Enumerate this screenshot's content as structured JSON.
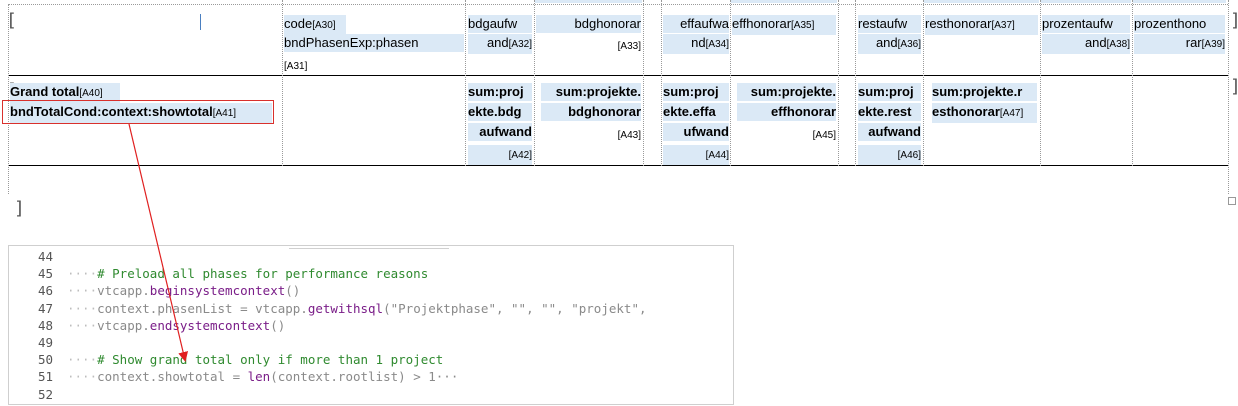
{
  "row1": {
    "code": {
      "text": "code",
      "ref": "[A30]"
    },
    "bnd_phasen": {
      "text": "bndPhasenExp:phasen",
      "ref": "[A31]"
    },
    "bdgaufw": {
      "line1": "bdgaufw",
      "line2": "and",
      "ref": "[A32]"
    },
    "bdghonorar": {
      "text": "bdghonorar",
      "ref": "[A33]"
    },
    "effaufwa": {
      "line1": "effaufwa",
      "line2": "nd",
      "ref": "[A34]"
    },
    "effhonorar": {
      "text": "effhonorar",
      "ref": "[A35]"
    },
    "restaufw": {
      "line1": "restaufw",
      "line2": "and",
      "ref": "[A36]"
    },
    "resthonorar": {
      "text": "resthonorar",
      "ref": "[A37]"
    },
    "prozentaufw": {
      "line1": "prozentaufw",
      "line2": "and",
      "ref": "[A38]"
    },
    "prozenthonorar": {
      "line1": "prozenthono",
      "line2": "rar",
      "ref": "[A39]"
    }
  },
  "row2": {
    "grand_total": {
      "text": "Grand total",
      "ref": "[A40]"
    },
    "total_cond": {
      "text": "bndTotalCond:context:showtotal",
      "ref": "[A41]"
    },
    "sum_bdgaufwand": {
      "l1": "sum:proj",
      "l2": "ekte.bdg",
      "l3": "aufwand",
      "ref": "[A42]"
    },
    "sum_bdghonorar": {
      "l1": "sum:projekte.",
      "l2": "bdghonorar",
      "ref": "[A43]"
    },
    "sum_effaufwand": {
      "l1": "sum:proj",
      "l2": "ekte.effa",
      "l3": "ufwand",
      "ref": "[A44]"
    },
    "sum_effhonorar": {
      "l1": "sum:projekte.",
      "l2": "effhonorar",
      "ref": "[A45]"
    },
    "sum_restaufwand": {
      "l1": "sum:proj",
      "l2": "ekte.rest",
      "l3": "aufwand",
      "ref": "[A46]"
    },
    "sum_resthonorar": {
      "l1": "sum:projekte.r",
      "l2": "esthonorar",
      "ref": "[A47]"
    }
  },
  "editor": {
    "lines": [
      {
        "num": "44",
        "ws": "",
        "code": []
      },
      {
        "num": "45",
        "ws": "····",
        "code": [
          {
            "t": "# Preload all phases for performance reasons",
            "c": "cm"
          }
        ]
      },
      {
        "num": "46",
        "ws": "····",
        "code": [
          {
            "t": "vtcapp.",
            "c": "id"
          },
          {
            "t": "beginsystemcontext",
            "c": "fn"
          },
          {
            "t": "()",
            "c": "op"
          }
        ]
      },
      {
        "num": "47",
        "ws": "····",
        "code": [
          {
            "t": "context.phasenList = vtcapp.",
            "c": "id"
          },
          {
            "t": "getwithsql",
            "c": "fn"
          },
          {
            "t": "(\"Projektphase\", \"\", \"\", \"projekt\",",
            "c": "str"
          }
        ]
      },
      {
        "num": "48",
        "ws": "····",
        "code": [
          {
            "t": "vtcapp.",
            "c": "id"
          },
          {
            "t": "endsystemcontext",
            "c": "fn"
          },
          {
            "t": "()",
            "c": "op"
          }
        ]
      },
      {
        "num": "49",
        "ws": "",
        "code": []
      },
      {
        "num": "50",
        "ws": "····",
        "code": [
          {
            "t": "# Show grand total only if more than 1 project",
            "c": "cm"
          }
        ]
      },
      {
        "num": "51",
        "ws": "····",
        "code": [
          {
            "t": "context.showtotal = ",
            "c": "id"
          },
          {
            "t": "len",
            "c": "fn"
          },
          {
            "t": "(context.rootlist) > 1···",
            "c": "op"
          }
        ]
      },
      {
        "num": "52",
        "ws": "",
        "code": []
      }
    ]
  },
  "colors": {
    "field_bg": "#dbe9f6",
    "highlight_box": "#d9302c",
    "arrow": "#e02020"
  }
}
